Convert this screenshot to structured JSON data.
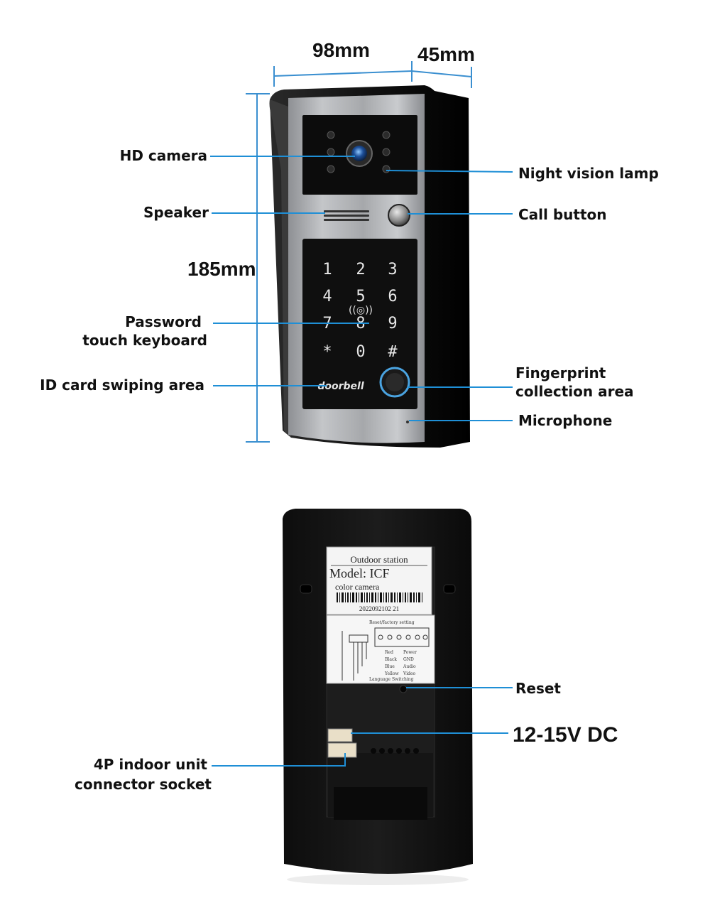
{
  "dimensions": {
    "width": "98mm",
    "depth": "45mm",
    "height": "185mm"
  },
  "front_labels": {
    "hd_camera": "HD camera",
    "speaker": "Speaker",
    "password_line1": "Password",
    "password_line2": "touch keyboard",
    "id_card": "ID card swiping area",
    "night_vision": "Night vision lamp",
    "call_button": "Call button",
    "fingerprint_line1": "Fingerprint",
    "fingerprint_line2": "collection area",
    "microphone": "Microphone"
  },
  "keypad": {
    "keys": [
      "1",
      "2",
      "3",
      "4",
      "5",
      "6",
      "7",
      "8",
      "9",
      "*",
      "0",
      "#"
    ],
    "brand": "doorbell",
    "rfid_symbol": "((◎))"
  },
  "rear_labels": {
    "reset": "Reset",
    "power": "12-15V DC",
    "connector_line1": "4P indoor unit",
    "connector_line2": "connector socket"
  },
  "nameplate": {
    "title": "Outdoor station",
    "model": "Model: ICF",
    "subtitle": "color camera",
    "serial": "2022092102 21"
  },
  "wiring_sticker": {
    "header": "Reset/factory setting",
    "wires": [
      "Red",
      "Black",
      "Blue",
      "Yellow"
    ],
    "functions": [
      "Power",
      "GND",
      "Audio",
      "Video"
    ],
    "footer": "Language Switching"
  },
  "colors": {
    "callout_line": "#1f8fd6",
    "dimension_line": "#3a8fd0",
    "housing": "#1a1a1a",
    "panel": "#a9abae"
  }
}
